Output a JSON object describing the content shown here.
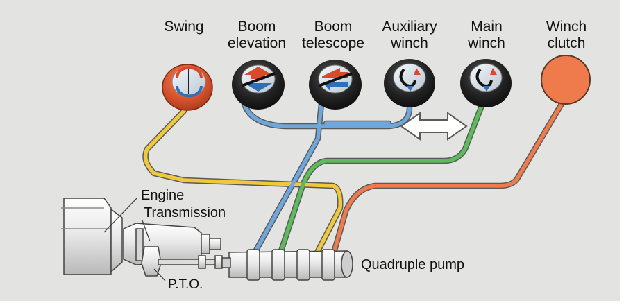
{
  "controls": [
    {
      "line1": "Swing",
      "line2": ""
    },
    {
      "line1": "Boom",
      "line2": "elevation"
    },
    {
      "line1": "Boom",
      "line2": "telescope"
    },
    {
      "line1": "Auxiliary",
      "line2": "winch"
    },
    {
      "line1": "Main",
      "line2": "winch"
    },
    {
      "line1": "Winch",
      "line2": "clutch"
    }
  ],
  "components": {
    "engine": "Engine",
    "transmission": "Transmission",
    "pto": "P.T.O.",
    "pump": "Quadruple pump"
  },
  "colors": {
    "background": "#e3e3e1",
    "yellow_line": "#f0c93a",
    "blue_line": "#6fa6dc",
    "green_line": "#5cbb5a",
    "orange_line": "#ef7b4c",
    "knob_dark": "#1e1e1e",
    "swing_knob": "#d9532b"
  }
}
